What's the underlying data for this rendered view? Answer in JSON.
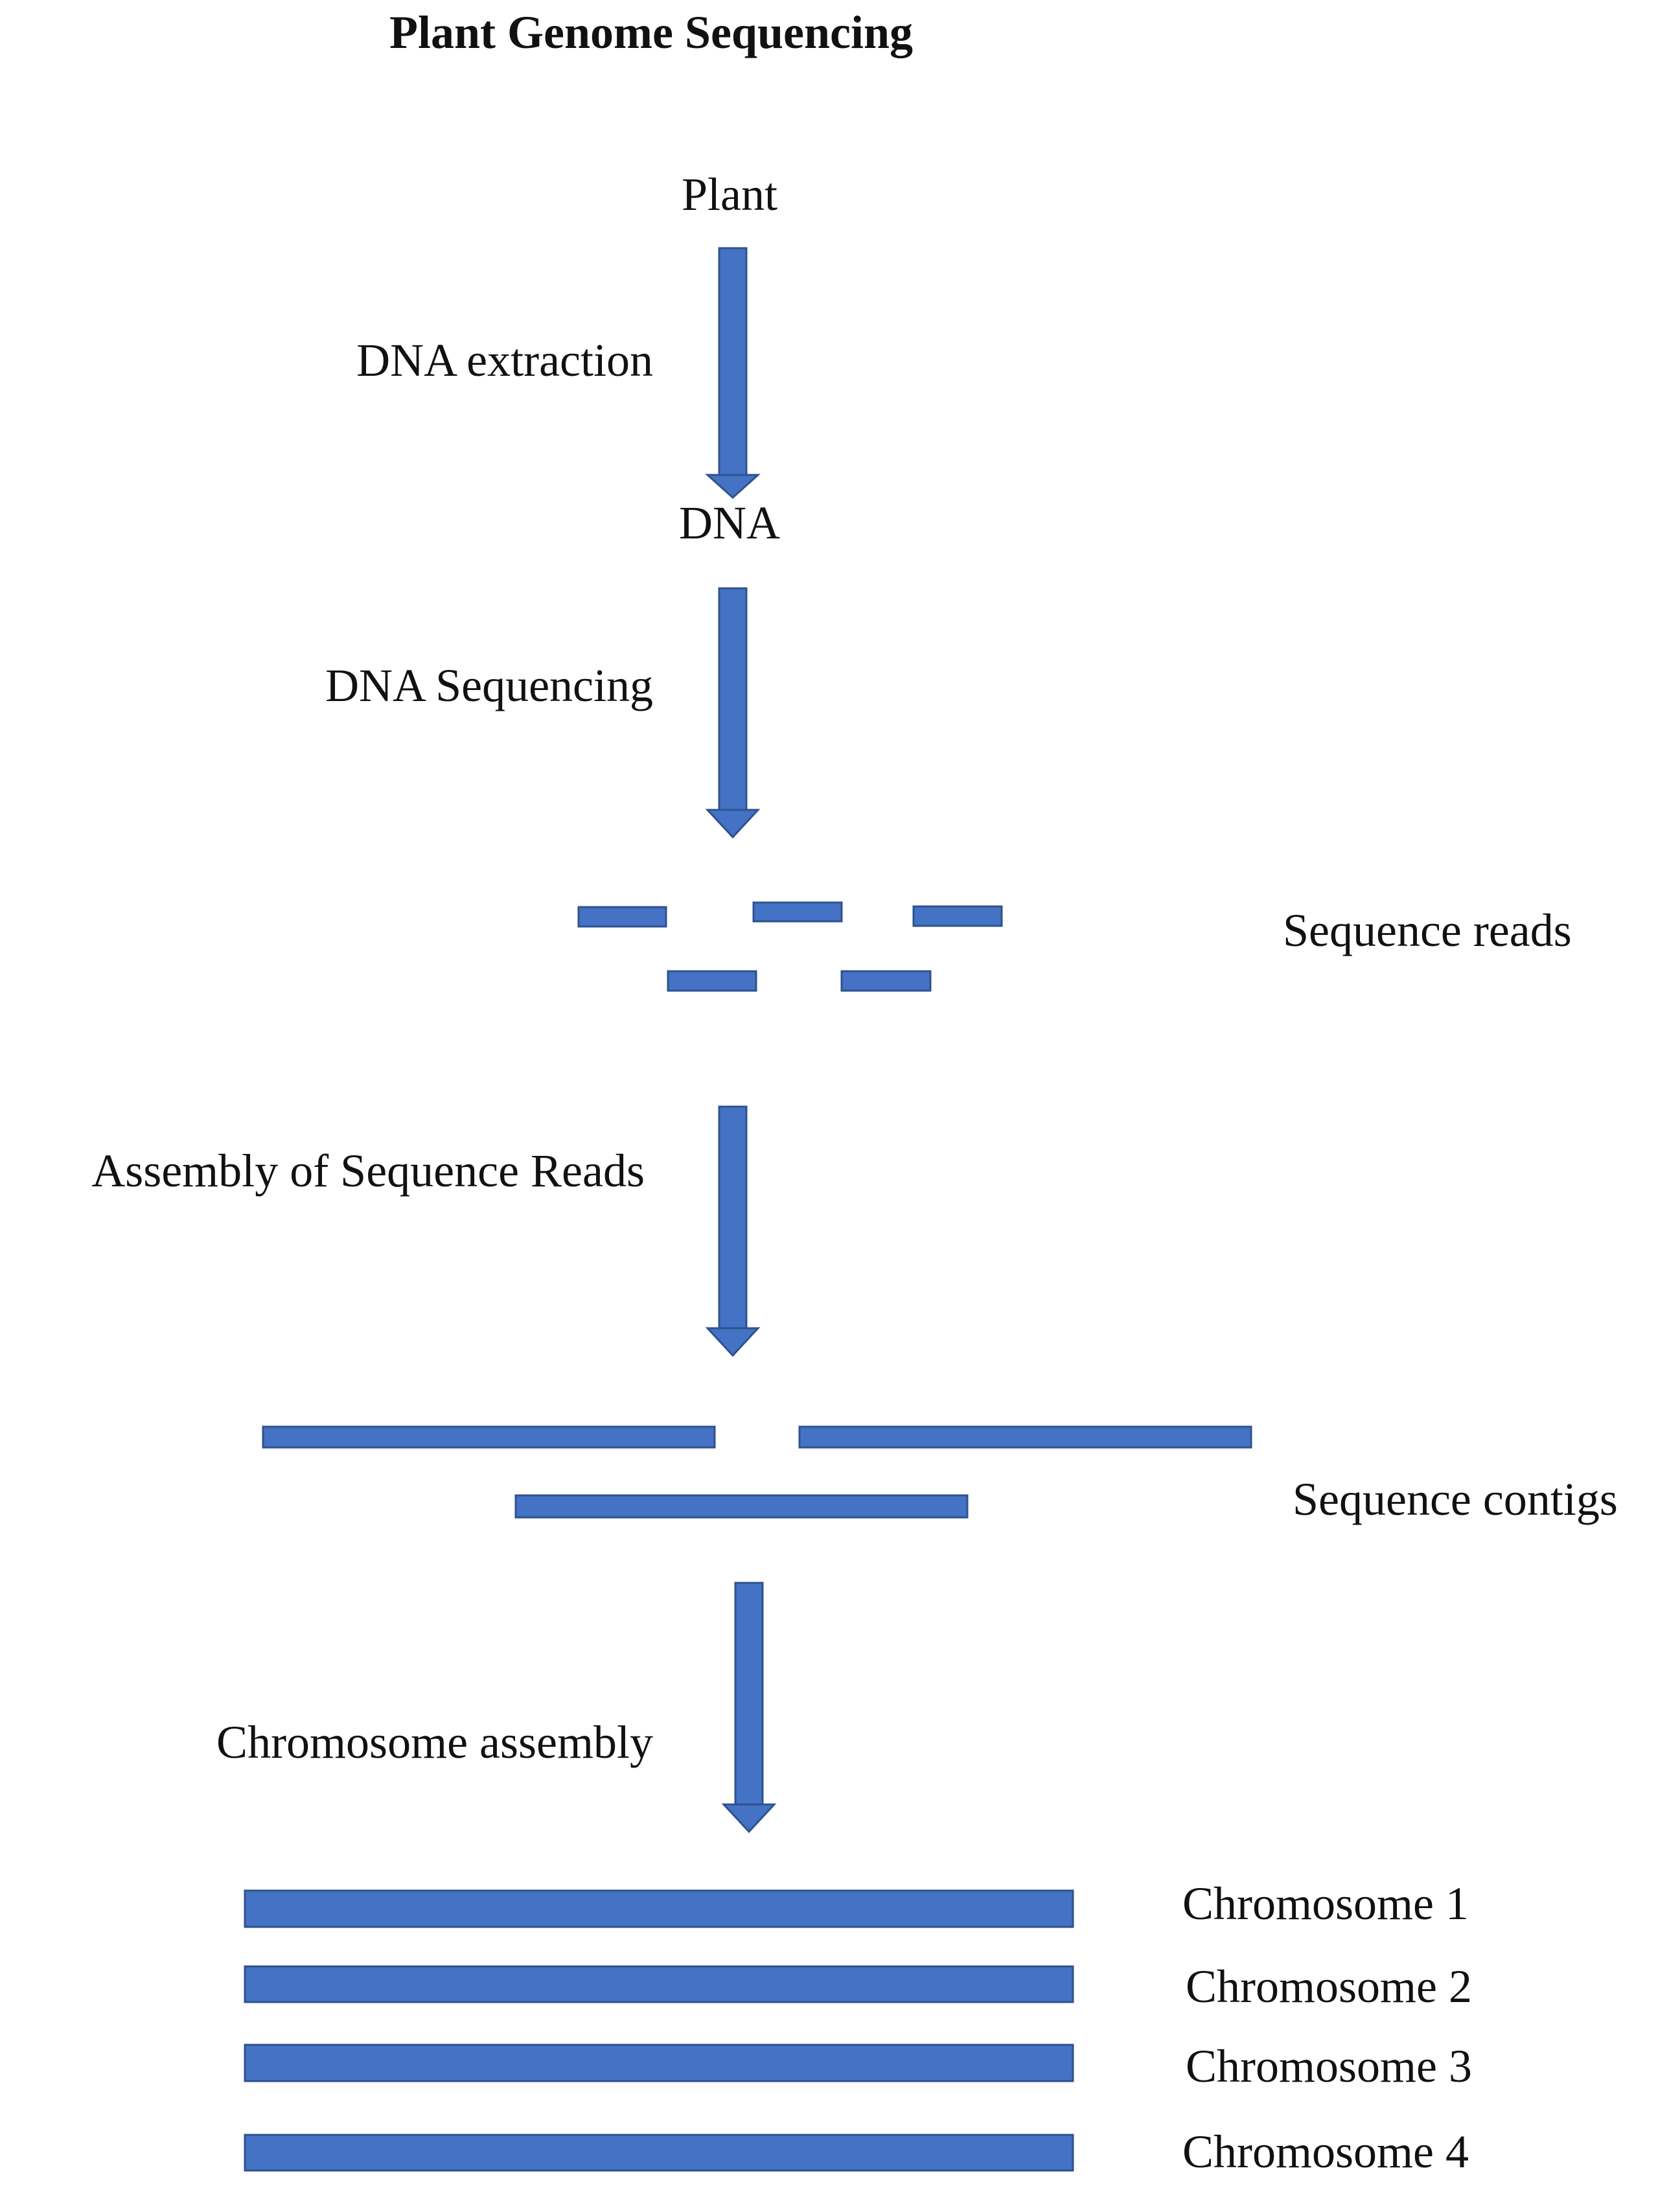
{
  "title": "Plant Genome Sequencing",
  "colors": {
    "bar_fill": "#4472c4",
    "bar_stroke": "#2f528f",
    "text": "#111111"
  },
  "nodes": {
    "plant": "Plant",
    "dna": "DNA"
  },
  "steps": {
    "dna_extraction": "DNA extraction",
    "dna_sequencing": "DNA Sequencing",
    "assembly_of_reads": "Assembly of Sequence Reads",
    "chromosome_assembly": "Chromosome assembly"
  },
  "groups": {
    "sequence_reads": "Sequence reads",
    "sequence_contigs": "Sequence contigs"
  },
  "chromosomes": [
    "Chromosome 1",
    "Chromosome 2",
    "Chromosome 3",
    "Chromosome 4"
  ]
}
